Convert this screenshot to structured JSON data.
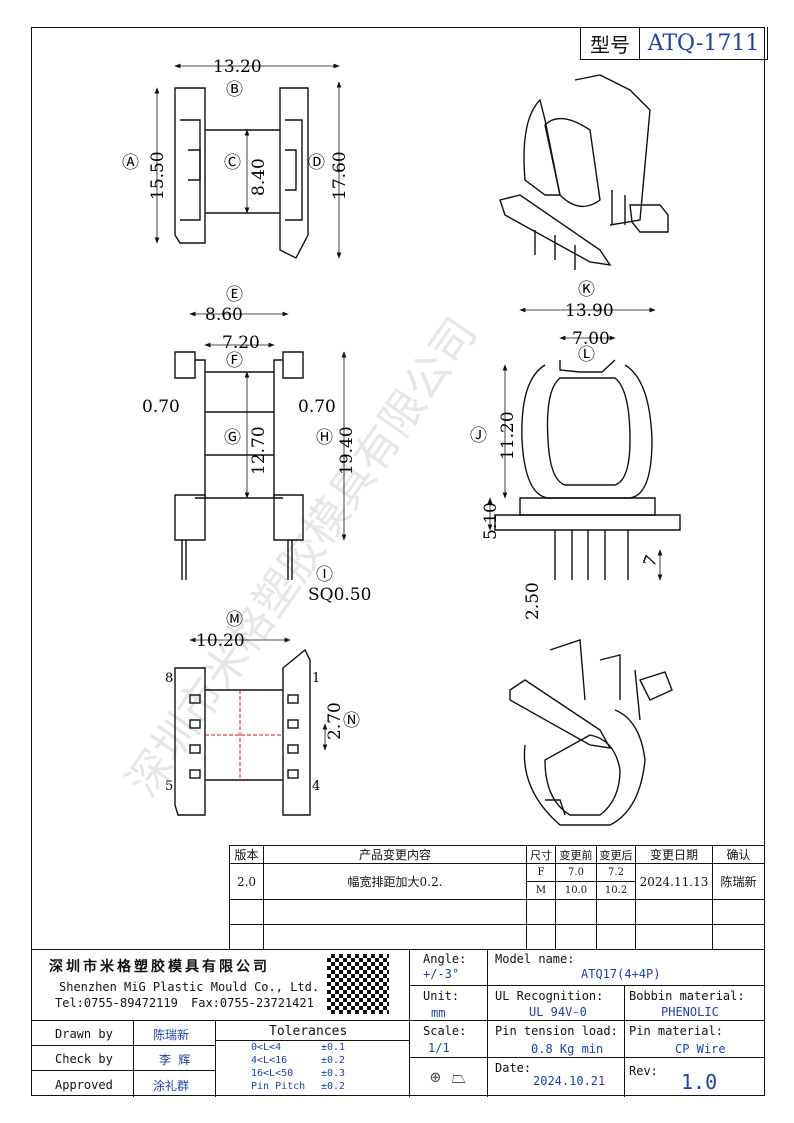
{
  "header": {
    "model_label": "型号",
    "model_value": "ATQ-1711"
  },
  "drawing": {
    "dims": {
      "w_top": "13.20",
      "h_a": "15.50",
      "h_c": "8.40",
      "h_d": "17.60",
      "w_e": "8.60",
      "w_f": "7.20",
      "gap_l": "0.70",
      "gap_r": "0.70",
      "h_g": "12.70",
      "h_h": "19.40",
      "pin_sq": "SQ0.50",
      "w_k": "13.90",
      "w_l": "7.00",
      "h_j": "11.20",
      "h_51": "5.10",
      "pin_len": "2.50",
      "h_7": "7",
      "w_m": "10.20",
      "pitch_n": "2.70"
    },
    "markers": {
      "A": "Ⓐ",
      "B": "Ⓑ",
      "C": "Ⓒ",
      "D": "Ⓓ",
      "E": "Ⓔ",
      "F": "Ⓕ",
      "G": "Ⓖ",
      "H": "Ⓗ",
      "I": "Ⓘ",
      "J": "Ⓙ",
      "K": "Ⓚ",
      "L": "Ⓛ",
      "M": "Ⓜ",
      "N": "Ⓝ"
    },
    "pins": {
      "p8": "8",
      "p1": "1",
      "p5": "5",
      "p4": "4"
    },
    "watermark": "深圳市米格塑胶模具有限公司"
  },
  "revision": {
    "headers": {
      "ver": "版本",
      "content": "产品变更内容",
      "dim": "尺寸",
      "before": "变更前",
      "after": "变更后",
      "date": "变更日期",
      "confirm": "确认"
    },
    "row": {
      "ver": "2.0",
      "content": "幅宽排距加大0.2.",
      "f": "F",
      "m": "M",
      "f_before": "7.0",
      "f_after": "7.2",
      "m_before": "10.0",
      "m_after": "10.2",
      "date": "2024.11.13",
      "confirm": "陈瑞新"
    }
  },
  "titleblock": {
    "company_cn": "深圳市米格塑胶模具有限公司",
    "company_en": "Shenzhen MiG Plastic Mould Co., Ltd.",
    "tel": "Tel:0755-89472119",
    "fax": "Fax:0755-23721421",
    "angle_label": "Angle:",
    "angle_value": "+/-3°",
    "unit_label": "Unit:",
    "unit_value": "mm",
    "scale_label": "Scale:",
    "scale_value": "1/1",
    "model_label": "Model name:",
    "model_value": "ATQ17(4+4P)",
    "ul_label": "UL Recognition:",
    "ul_value": "UL 94V-0",
    "bobbin_label": "Bobbin material:",
    "bobbin_value": "PHENOLIC",
    "tension_label": "Pin tension load:",
    "tension_value": "0.8 Kg min",
    "pinmat_label": "Pin material:",
    "pinmat_value": "CP Wire",
    "date_label": "Date:",
    "date_value": "2024.10.21",
    "rev_label": "Rev:",
    "rev_value": "1.0",
    "drawn_label": "Drawn by",
    "drawn_value": "陈瑞新",
    "check_label": "Check by",
    "check_value": "李 辉",
    "approved_label": "Approved",
    "approved_value": "涂礼群",
    "tol_label": "Tolerances",
    "tol": [
      {
        "range": "0<L<4",
        "value": "±0.1"
      },
      {
        "range": "4<L<16",
        "value": "±0.2"
      },
      {
        "range": "16<L<50",
        "value": "±0.3"
      },
      {
        "range": "Pin Pitch",
        "value": "±0.2"
      }
    ]
  }
}
